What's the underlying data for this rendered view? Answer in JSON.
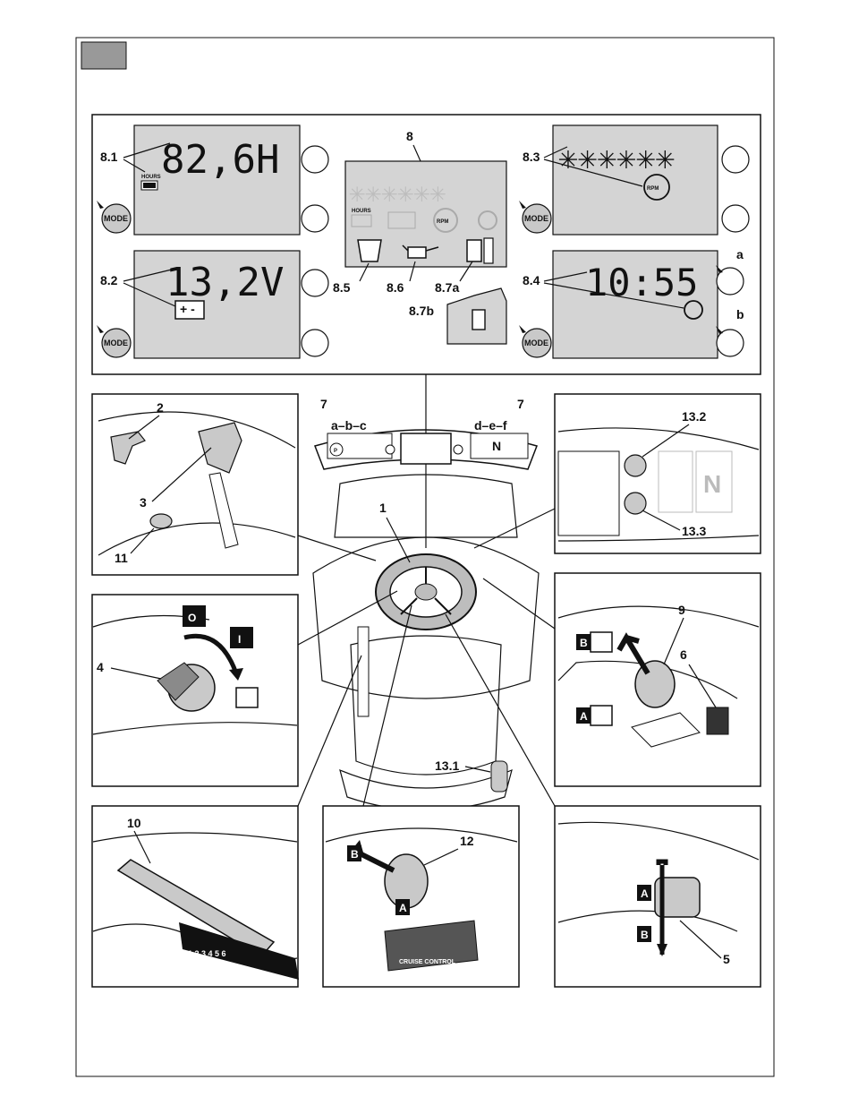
{
  "displays": {
    "hours_value": "82,6H",
    "hours_icon_text": "HOURS",
    "voltage_value": "13,2V",
    "seg_placeholder": "✳✳✳✳✳✳",
    "time_value": "10:55",
    "rpm_icon_text": "RPM",
    "mode_label": "MODE",
    "center_hours_text": "HOURS",
    "center_rpm_text": "RPM"
  },
  "labels": {
    "l8_1": "8.1",
    "l8_2": "8.2",
    "l8_3": "8.3",
    "l8_4": "8.4",
    "l8": "8",
    "l8_5": "8.5",
    "l8_6": "8.6",
    "l8_7a": "8.7a",
    "l8_7b": "8.7b",
    "la": "a",
    "lb": "b",
    "l7_left": "7",
    "l7_right": "7",
    "l_abc": "a–b–c",
    "l_def": "d–e–f",
    "l1": "1",
    "l2": "2",
    "l3": "3",
    "l11": "11",
    "l13_2": "13.2",
    "l13_3": "13.3",
    "l4": "4",
    "l9": "9",
    "l6": "6",
    "l13_1": "13.1",
    "l10": "10",
    "l12": "12",
    "l5": "5",
    "dash_n": "N",
    "dash_p": "P",
    "inset_n": "N",
    "ign_off": "O",
    "ign_on": "I",
    "box_a_lever": "A",
    "box_b_lever": "B",
    "box_b_cruise": "B",
    "box_a_cruise": "A",
    "box_a_pedal": "A",
    "box_b_pedal": "B",
    "cruise_text": "CRUISE CONTROL",
    "brake_scale": "1 2 3 4 5 6"
  },
  "colors": {
    "lcd": "#d4d4d4",
    "corner_tag": "#999999",
    "ink": "#111111"
  }
}
